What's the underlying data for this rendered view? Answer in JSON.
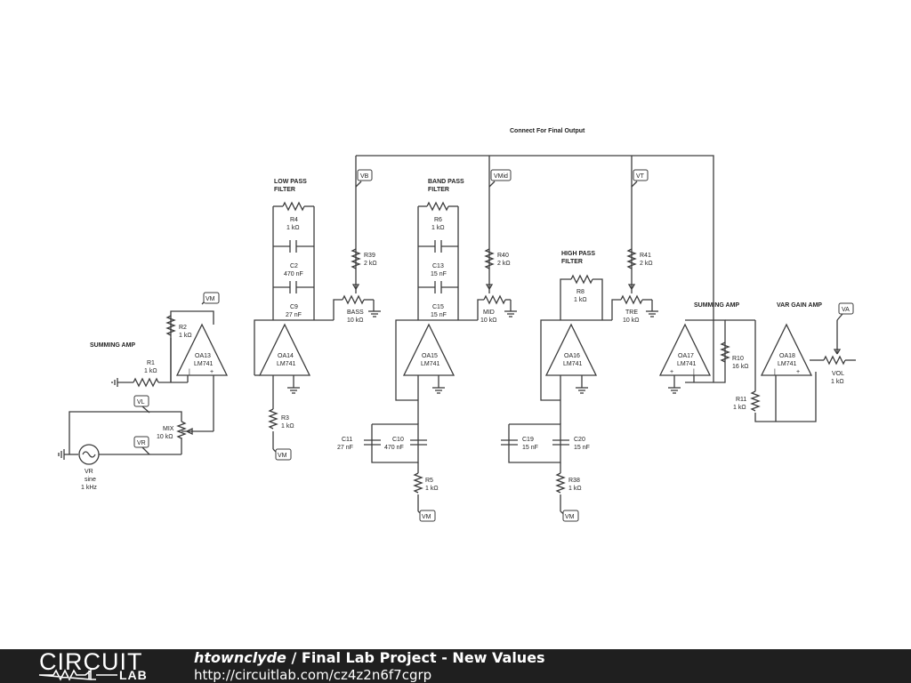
{
  "schematic": {
    "output_label": "Connect For Final Output",
    "sections": {
      "summing_amp_1": "SUMMING AMP",
      "low_pass": [
        "LOW PASS",
        "FILTER"
      ],
      "band_pass": [
        "BAND PASS",
        "FILTER"
      ],
      "high_pass": [
        "HIGH PASS",
        "FILTER"
      ],
      "summing_amp_2": "SUMMING AMP",
      "var_gain_amp": "VAR GAIN AMP"
    },
    "probes": {
      "vm1": "VM",
      "vl": "VL",
      "vr": "VR",
      "vb": "VB",
      "vmid": "VMid",
      "vt": "VT",
      "va": "VA",
      "vm2": "VM",
      "vm3": "VM",
      "vm4": "VM"
    },
    "opamps": [
      {
        "id": "OA13",
        "model": "LM741"
      },
      {
        "id": "OA14",
        "model": "LM741"
      },
      {
        "id": "OA15",
        "model": "LM741"
      },
      {
        "id": "OA16",
        "model": "LM741"
      },
      {
        "id": "OA17",
        "model": "LM741"
      },
      {
        "id": "OA18",
        "model": "LM741"
      }
    ],
    "components": {
      "R1": [
        "R1",
        "1 kΩ"
      ],
      "R2": [
        "R2",
        "1 kΩ"
      ],
      "R3": [
        "R3",
        "1 kΩ"
      ],
      "R4": [
        "R4",
        "1 kΩ"
      ],
      "R5": [
        "R5",
        "1 kΩ"
      ],
      "R6": [
        "R6",
        "1 kΩ"
      ],
      "R8": [
        "R8",
        "1 kΩ"
      ],
      "R10": [
        "R10",
        "16 kΩ"
      ],
      "R11": [
        "R11",
        "1 kΩ"
      ],
      "R38": [
        "R38",
        "1 kΩ"
      ],
      "R39": [
        "R39",
        "2 kΩ"
      ],
      "R40": [
        "R40",
        "2 kΩ"
      ],
      "R41": [
        "R41",
        "2 kΩ"
      ],
      "C2": [
        "C2",
        "470 nF"
      ],
      "C9": [
        "C9",
        "27 nF"
      ],
      "C13": [
        "C13",
        "15 nF"
      ],
      "C15": [
        "C15",
        "15 nF"
      ],
      "C11": [
        "C11",
        "27 nF"
      ],
      "C10": [
        "C10",
        "470 nF"
      ],
      "C19": [
        "C19",
        "15 nF"
      ],
      "C20": [
        "C20",
        "15 nF"
      ],
      "MIX": [
        "MIX",
        "10 kΩ"
      ],
      "BASS": [
        "BASS",
        "10 kΩ"
      ],
      "MID": [
        "MID",
        "10 kΩ"
      ],
      "TRE": [
        "TRE",
        "10 kΩ"
      ],
      "VOL": [
        "VOL",
        "1 kΩ"
      ],
      "VR": [
        "VR",
        "sine",
        "1 kHz"
      ]
    }
  },
  "footer": {
    "logo_top": "CIRCUIT",
    "logo_bottom": "LAB",
    "author": "htownclyde",
    "separator": " / ",
    "project": "Final Lab Project - New Values",
    "url": "http://circuitlab.com/cz4z2n6f7cgrp"
  }
}
